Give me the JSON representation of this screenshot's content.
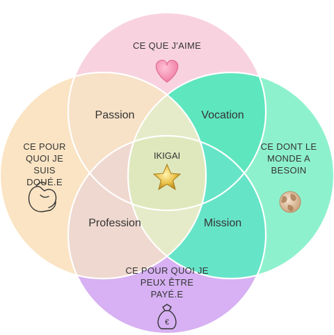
{
  "circles": {
    "top": {
      "text": "CE QUE J'AIME",
      "color": "#f8d3df",
      "icon": "heart-icon"
    },
    "left": {
      "text": "CE POUR QUOI JE SUIS DOUÉ.E",
      "color": "#fbe4c4",
      "icon": "flexed-arm-icon"
    },
    "right": {
      "text": "CE DONT LE MONDE A BESOIN",
      "color": "#8ef1cd",
      "icon": "globe-icon"
    },
    "bottom": {
      "text": "CE POUR QUOI JE PEUX ÊTRE PAYÉ.E",
      "color": "#d7b1f3",
      "icon": "money-bag-icon"
    }
  },
  "overlaps": {
    "passion": "Passion",
    "vocation": "Vocation",
    "profession": "Profession",
    "mission": "Mission"
  },
  "center": {
    "text": "IKIGAI",
    "icon": "star-icon"
  }
}
